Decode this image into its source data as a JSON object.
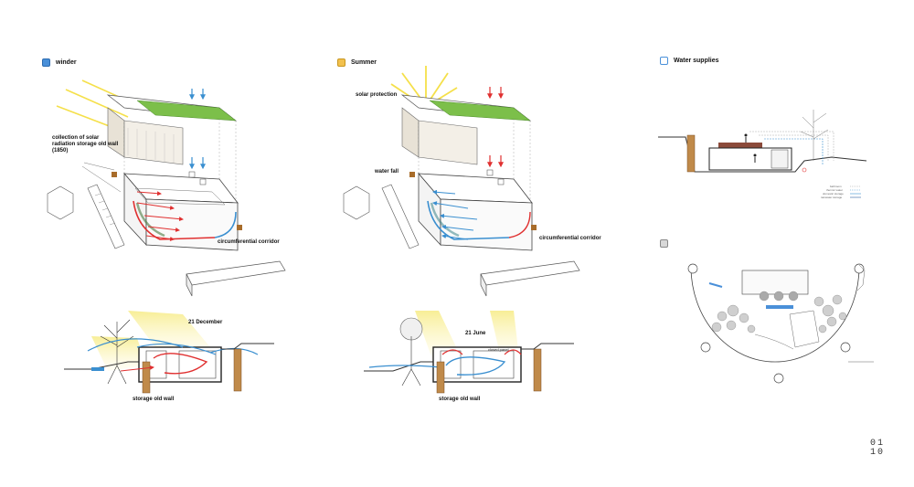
{
  "sections": {
    "winter": {
      "title": "winder"
    },
    "summer": {
      "title": "Summer"
    },
    "water": {
      "title": "Water supplies"
    }
  },
  "winter_labels": {
    "collection": "collection of solar radiation storage old wall (1850)",
    "corridor": "circumferential corridor",
    "date": "21 December",
    "storage": "storage old wall"
  },
  "summer_labels": {
    "protection": "solar protection",
    "waterfall": "water fall",
    "corridor": "circumferential corridor",
    "date": "21 June",
    "panel": "closed panel",
    "storage": "storage old wall"
  },
  "water_legend": [
    "bathroom",
    "thermic water",
    "domestic storage",
    "rainwater storage"
  ],
  "logo": {
    "top": "01",
    "bottom": "10"
  },
  "colors": {
    "winter_accent": "#4a90d9",
    "summer_accent": "#f2c14e",
    "heat_flow": "#e03030",
    "cool_flow": "#3a8fd0",
    "sun": "#f5e04a",
    "green_roof": "#7cbf4a"
  }
}
